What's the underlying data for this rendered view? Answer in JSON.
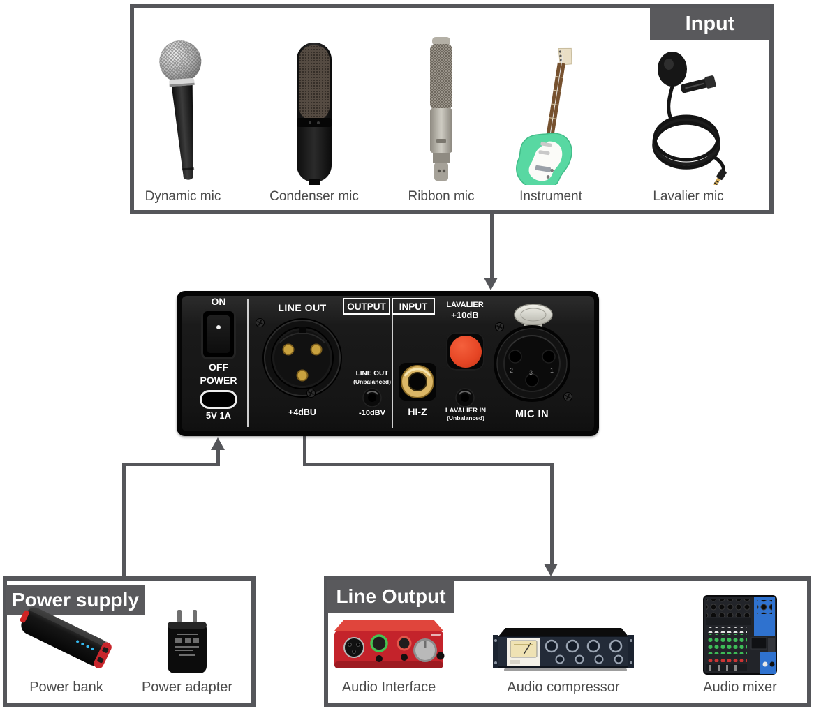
{
  "colors": {
    "frame_gray": "#55565a",
    "header_gray": "#59595c",
    "label_text": "#4a4a4a",
    "device_black": "#151515",
    "red_button": "#e54524",
    "interface_red": "#c4232b",
    "guitar_green": "#58d8a2",
    "mixer_blue": "#2f72cf",
    "led_blue": "#35b9f0",
    "gold_jack": "#d9b05a"
  },
  "input_section": {
    "title": "Input",
    "items": [
      {
        "label": "Dynamic mic"
      },
      {
        "label": "Condenser mic"
      },
      {
        "label": "Ribbon mic"
      },
      {
        "label": "Instrument"
      },
      {
        "label": "Lavalier mic"
      }
    ]
  },
  "device": {
    "on": "ON",
    "off": "OFF",
    "power": "POWER",
    "usb": "5V 1A",
    "line_out": "LINE OUT",
    "plus4": "+4dBU",
    "output": "OUTPUT",
    "input": "INPUT",
    "lo_unbal1": "LINE OUT",
    "lo_unbal2": "(Unbalanced)",
    "minus10": "-10dBV",
    "hiz": "HI-Z",
    "lav1": "LAVALIER",
    "lav2": "+10dB",
    "lavin1": "LAVALIER IN",
    "lavin2": "(Unbalanced)",
    "mic_in": "MIC IN",
    "pin_left": "2",
    "pin_mid": "3",
    "pin_right": "1"
  },
  "power_section": {
    "title": "Power supply",
    "items": [
      {
        "label": "Power bank"
      },
      {
        "label": "Power adapter"
      }
    ]
  },
  "output_section": {
    "title": "Line Output",
    "items": [
      {
        "label": "Audio Interface"
      },
      {
        "label": "Audio compressor"
      },
      {
        "label": "Audio mixer"
      }
    ]
  }
}
